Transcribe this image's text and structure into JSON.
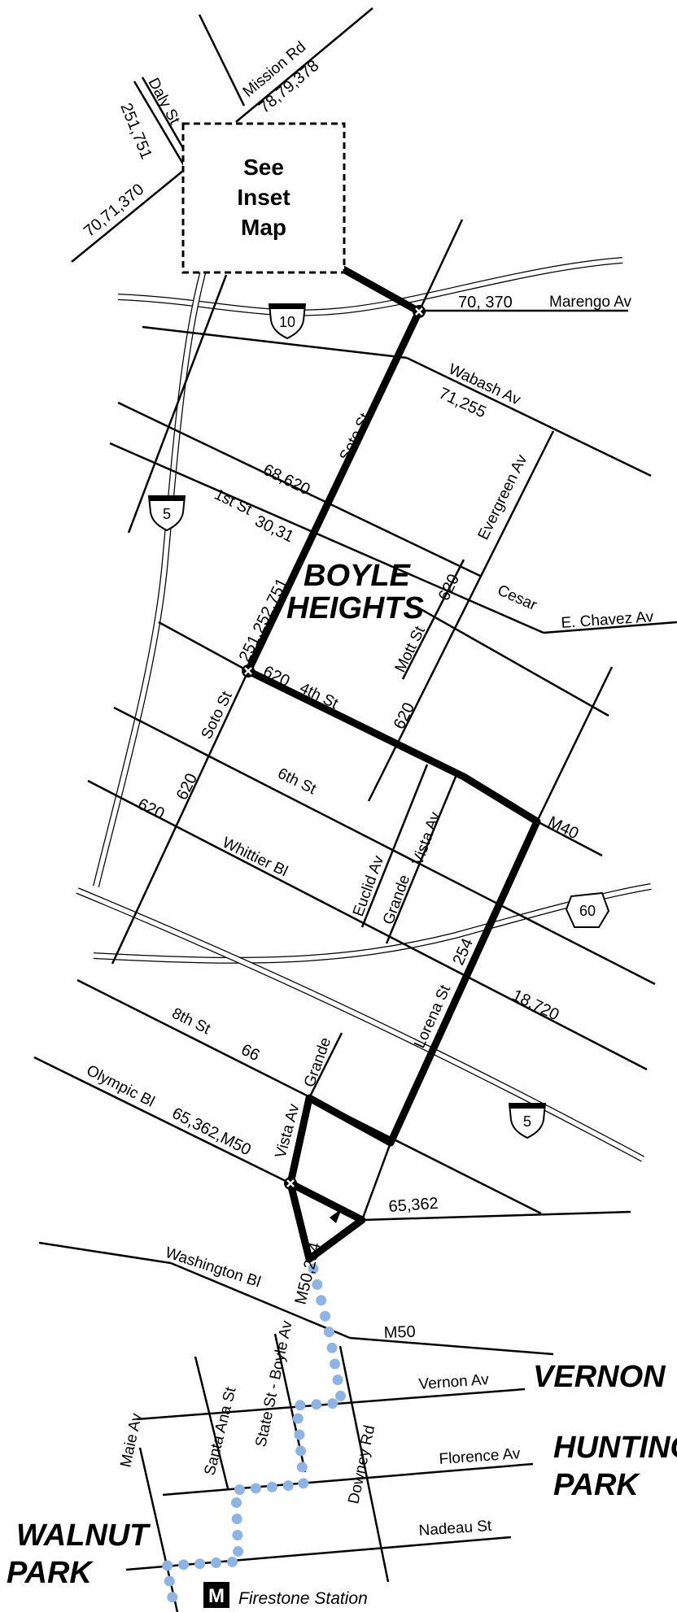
{
  "inset_box": {
    "lines": [
      "See",
      "Inset",
      "Map"
    ]
  },
  "streets": {
    "mission_rd": "Mission Rd",
    "daly_st": "Daly St",
    "marengo_av": "Marengo Av",
    "wabash_av": "Wabash Av",
    "soto_st_north": "Soto St",
    "soto_st_south": "Soto St",
    "evergreen_av": "Evergreen Av",
    "first_st": "1st St",
    "cesar": "Cesar",
    "e_chavez_av": "E. Chavez Av",
    "mott_st": "Mott St",
    "fourth_st": "4th St",
    "sixth_st": "6th St",
    "whittier_bl": "Whittier Bl",
    "euclid_av": "Euclid Av",
    "grande_north": "Grande",
    "vista_av_north": "Vista Av",
    "lorena_st": "Lorena St",
    "eighth_st": "8th St",
    "grande_south": "Grande",
    "vista_av_south": "Vista Av",
    "olympic_bl": "Olympic Bl",
    "washington_bl": "Washington Bl",
    "vernon_av": "Vernon Av",
    "state_boyle": "State St - Boyle Av",
    "santa_ana_st": "Santa Ana St",
    "florence_av": "Florence Av",
    "downey_rd": "Downey Rd",
    "maie_av": "Maie Av",
    "nadeau_st": "Nadeau St"
  },
  "routes": {
    "mission": "78,79,378",
    "daly": "251,751",
    "inset_west": "70,71,370",
    "marengo": "70, 370",
    "wabash": "71,255",
    "first_a": "68,620",
    "first_b": "30,31",
    "soto_north": "251,252,751",
    "mott": "620",
    "fourth": "620",
    "evergreen": "620",
    "soto_south": "620",
    "whittier": "620",
    "m40": "M40",
    "lorena": "254",
    "east_18": "18,720",
    "eighth": "66",
    "olympic": "65,362,M50",
    "olympic_east": "65,362",
    "vista_south": "M50,254",
    "washington_east": "M50"
  },
  "areas": {
    "boyle_1": "BOYLE",
    "boyle_2": "HEIGHTS",
    "vernon": "VERNON",
    "hunting_1": "HUNTING",
    "hunting_2": "PARK",
    "walnut_1": "WALNUT",
    "walnut_2": "PARK"
  },
  "shields": {
    "i10": "10",
    "i5_west": "5",
    "ca60": "60",
    "i5_south": "5"
  },
  "station": {
    "badge": "M",
    "label": "Firestone Station"
  },
  "colors": {
    "route_line": "#000000",
    "rail_dots": "#8fb4e3",
    "streets": "#000000"
  }
}
